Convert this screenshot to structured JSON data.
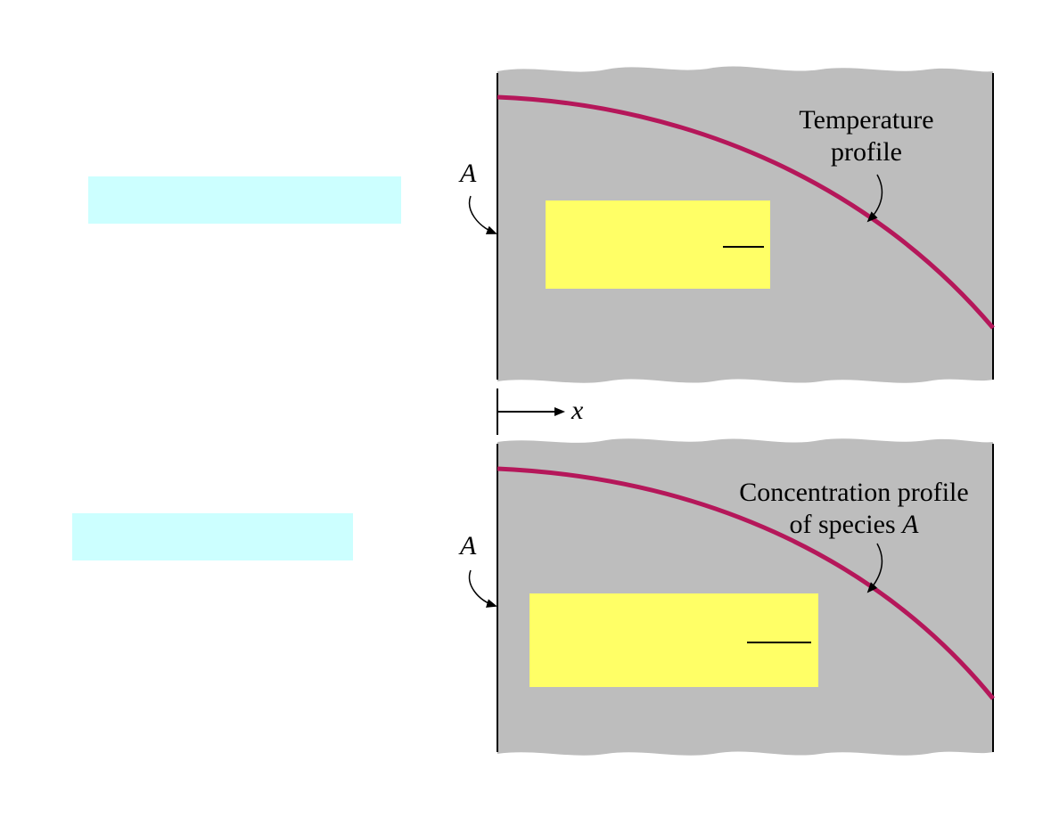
{
  "panels": {
    "top": {
      "curve_label_line1": "Temperature",
      "curve_label_line2": "profile",
      "area_label": "A"
    },
    "bottom": {
      "curve_label_line1": "Concentration profile",
      "curve_label_line2_prefix": "of species ",
      "curve_label_line2_species": "A",
      "area_label": "A"
    }
  },
  "axis": {
    "label": "x"
  },
  "colors": {
    "medium": "#bdbdbd",
    "profile_curve": "#b5175a",
    "overlay_cyan": "#ccffff",
    "overlay_yellow": "#ffff66"
  }
}
